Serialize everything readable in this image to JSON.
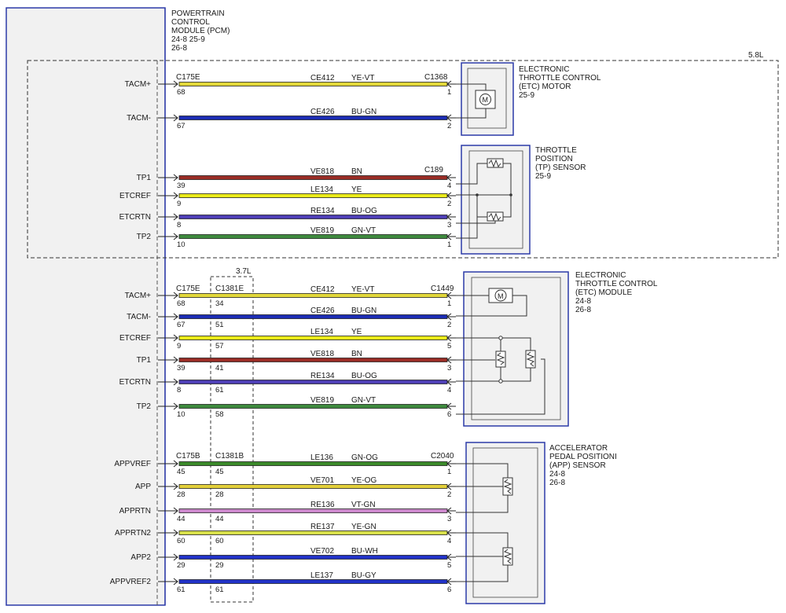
{
  "pcm": {
    "title_lines": [
      "POWERTRAIN",
      "CONTROL",
      "MODULE (PCM)",
      "24-8    25-9",
      "26-8"
    ]
  },
  "engine_58": {
    "label": "5.8L"
  },
  "engine_37": {
    "label": "3.7L"
  },
  "modules": {
    "etc_motor": {
      "title_lines": [
        "ELECTRONIC",
        "THROTTLE CONTROL",
        "(ETC) MOTOR",
        "25-9"
      ],
      "connector": "C1368"
    },
    "tp_sensor": {
      "title_lines": [
        "THROTTLE",
        "POSITION",
        "(TP) SENSOR",
        "25-9"
      ],
      "connector": "C189"
    },
    "etc_module": {
      "title_lines": [
        "ELECTRONIC",
        "THROTTLE CONTROL",
        "(ETC) MODULE",
        "24-8",
        "26-8"
      ],
      "connector": "C1449"
    },
    "app_sensor": {
      "title_lines": [
        "ACCELERATOR",
        "PEDAL POSITIONI",
        "(APP) SENSOR",
        "24-8",
        "26-8"
      ],
      "connector": "C2040"
    }
  },
  "connectors": {
    "pcm_a": "C175E",
    "pcm_b": "C175E",
    "pcm_c": "C175B",
    "inline_b": "C1381E",
    "inline_c": "C1381B"
  },
  "colors": {
    "YE-VT": "#e2d83a",
    "BU-GN": "#1c2db4",
    "BN": "#9a2d26",
    "YE": "#eaea1a",
    "BU-OG": "#4e3fb6",
    "GN-VT": "#3e8a3e",
    "GN-OG": "#3b8a2a",
    "YE-OG": "#e3d03a",
    "VT-GN": "#cc88cc",
    "YE-GN": "#d8e04a",
    "BU-WH": "#2233c8",
    "BU-GY": "#2233c8",
    "module_border": "#2c3aa8",
    "pcm_fill": "#f1f1f1"
  },
  "groups": {
    "etc_motor": [
      {
        "signal": "TACM+",
        "pcm_pin": "68",
        "circuit": "CE412",
        "color": "YE-VT",
        "device_pin": "1"
      },
      {
        "signal": "TACM-",
        "pcm_pin": "67",
        "circuit": "CE426",
        "color": "BU-GN",
        "device_pin": "2"
      }
    ],
    "tp_sensor": [
      {
        "signal": "TP1",
        "pcm_pin": "39",
        "circuit": "VE818",
        "color": "BN",
        "device_pin": "4"
      },
      {
        "signal": "ETCREF",
        "pcm_pin": "9",
        "circuit": "LE134",
        "color": "YE",
        "device_pin": "2"
      },
      {
        "signal": "ETCRTN",
        "pcm_pin": "8",
        "circuit": "RE134",
        "color": "BU-OG",
        "device_pin": "3"
      },
      {
        "signal": "TP2",
        "pcm_pin": "10",
        "circuit": "VE819",
        "color": "GN-VT",
        "device_pin": "1"
      }
    ],
    "etc_module": [
      {
        "signal": "TACM+",
        "pcm_pin": "68",
        "inline_pin": "34",
        "circuit": "CE412",
        "color": "YE-VT",
        "device_pin": "1"
      },
      {
        "signal": "TACM-",
        "pcm_pin": "67",
        "inline_pin": "51",
        "circuit": "CE426",
        "color": "BU-GN",
        "device_pin": "2"
      },
      {
        "signal": "ETCREF",
        "pcm_pin": "9",
        "inline_pin": "57",
        "circuit": "LE134",
        "color": "YE",
        "device_pin": "5"
      },
      {
        "signal": "TP1",
        "pcm_pin": "39",
        "inline_pin": "41",
        "circuit": "VE818",
        "color": "BN",
        "device_pin": "3"
      },
      {
        "signal": "ETCRTN",
        "pcm_pin": "8",
        "inline_pin": "61",
        "circuit": "RE134",
        "color": "BU-OG",
        "device_pin": "4"
      },
      {
        "signal": "TP2",
        "pcm_pin": "10",
        "inline_pin": "58",
        "circuit": "VE819",
        "color": "GN-VT",
        "device_pin": "6"
      }
    ],
    "app_sensor": [
      {
        "signal": "APPVREF",
        "pcm_pin": "45",
        "inline_pin": "45",
        "circuit": "LE136",
        "color": "GN-OG",
        "device_pin": "1"
      },
      {
        "signal": "APP",
        "pcm_pin": "28",
        "inline_pin": "28",
        "circuit": "VE701",
        "color": "YE-OG",
        "device_pin": "2"
      },
      {
        "signal": "APPRTN",
        "pcm_pin": "44",
        "inline_pin": "44",
        "circuit": "RE136",
        "color": "VT-GN",
        "device_pin": "3"
      },
      {
        "signal": "APPRTN2",
        "pcm_pin": "60",
        "inline_pin": "60",
        "circuit": "RE137",
        "color": "YE-GN",
        "device_pin": "4"
      },
      {
        "signal": "APP2",
        "pcm_pin": "29",
        "inline_pin": "29",
        "circuit": "VE702",
        "color": "BU-WH",
        "device_pin": "5"
      },
      {
        "signal": "APPVREF2",
        "pcm_pin": "61",
        "inline_pin": "61",
        "circuit": "LE137",
        "color": "BU-GY",
        "device_pin": "6"
      }
    ]
  }
}
